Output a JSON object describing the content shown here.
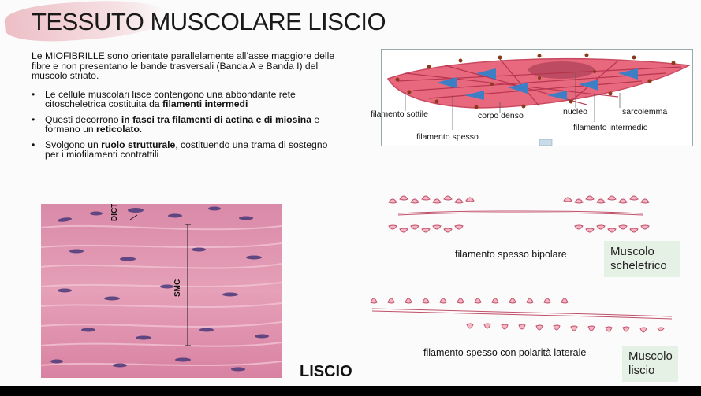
{
  "slide": {
    "title": "TESSUTO MUSCOLARE LISCIO",
    "intro": "Le MIOFIBRILLE sono orientate parallelamente all’asse maggiore delle fibre e non presentano le bande trasversali (Banda A e Banda I) del muscolo striato.",
    "bullets": [
      {
        "pre": "Le cellule muscolari lisce contengono una abbondante rete citoscheletrica costituita da ",
        "bold": "filamenti intermedi",
        "post": ""
      },
      {
        "pre": "Questi decorrono ",
        "bold": "in fasci tra filamenti di actina e di miosina",
        "post": " e formano un ",
        "bold2": "reticolato",
        "post2": "."
      },
      {
        "pre": "Svolgono un ",
        "bold": "ruolo strutturale",
        "post": ", costituendo una trama di sostegno per i miofilamenti contrattili"
      }
    ]
  },
  "cell_diagram": {
    "labels": {
      "thin": "filamento sottile",
      "dense": "corpo denso",
      "nucleus": "nucleo",
      "sarcolemma": "sarcolemma",
      "intermediate": "filamento intermedio",
      "thick": "filamento spesso"
    },
    "colors": {
      "cell": "#e8687e",
      "nucleus": "#b5475c",
      "myosin": "#3c7fc4",
      "dense": "#8a3a1a"
    }
  },
  "histology": {
    "labels": {
      "dict": "DICT",
      "smc": "SMC"
    },
    "caption": "LISCIO"
  },
  "filaments": {
    "bipolar_caption": "filamento spesso bipolare",
    "lateral_caption": "filamento spesso con polarità laterale",
    "skeletal_tag": "Muscolo scheletrico",
    "smooth_tag": "Muscolo liscio",
    "colors": {
      "head": "#f4b6c2",
      "stroke": "#c0506a"
    }
  }
}
